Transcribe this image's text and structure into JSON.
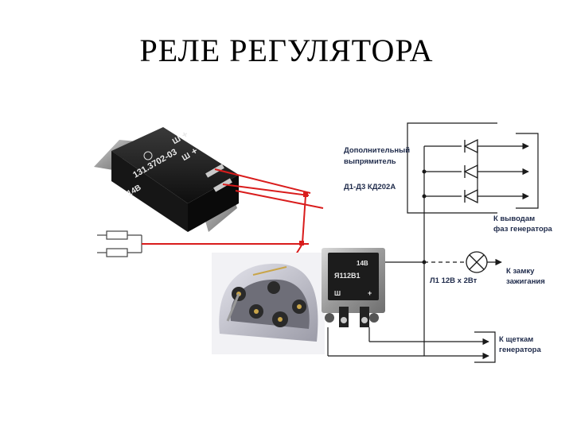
{
  "slide": {
    "title": "РЕЛЕ РЕГУЛЯТОРА"
  },
  "diagram": {
    "labels": {
      "extra_rectifier_line1": "Дополнительный",
      "extra_rectifier_line2": "выпрямитель",
      "diodes": "Д1-Д3 КД202А",
      "phase_line1": "К выводам",
      "phase_line2": "фаз генератора",
      "lamp": "Л1 12В х 2Вт",
      "ignition_line1": "К замку",
      "ignition_line2": "зажигания",
      "brush_line1": "К щеткам",
      "brush_line2": "генератора"
    },
    "old_relay_markings": {
      "model": "131.3702-03",
      "code": "14В",
      "term1": "Ш",
      "term2": "+",
      "term3": "Ш",
      "term4": "+"
    },
    "new_relay_markings": {
      "volt": "14В",
      "model": "Я112В1",
      "term1": "Ш",
      "term2": "+"
    },
    "colors": {
      "wire_red": "#d91c1c",
      "wire_dark": "#1a1a1a",
      "label": "#1e2a4a"
    },
    "icons": [
      "diode-icon",
      "arrow-right-icon",
      "lamp-icon",
      "resistor-icon"
    ]
  }
}
